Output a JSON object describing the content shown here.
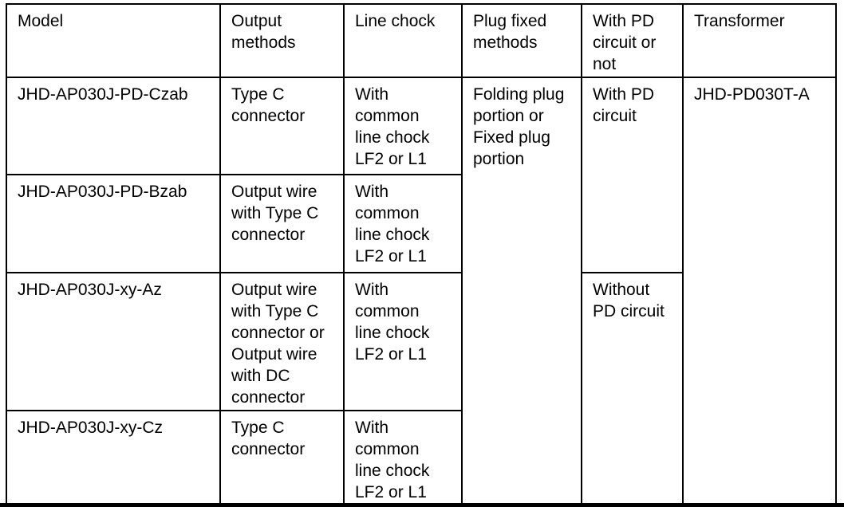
{
  "page": {
    "background_color": "#ffffff",
    "border_color": "#000000",
    "text_color": "#000000"
  },
  "table": {
    "header": {
      "model": "Model",
      "output_methods": "Output\nmethods",
      "line_chock": "Line chock",
      "plug_fixed_methods": "Plug fixed\nmethods",
      "pd_circuit": "With PD\ncircuit or\nnot",
      "transformer": "Transformer"
    },
    "rows": [
      {
        "model": "JHD-AP030J-PD-Czab",
        "output_methods": "Type C\nconnector",
        "line_chock": "With\ncommon\nline chock\nLF2 or L1"
      },
      {
        "model": "JHD-AP030J-PD-Bzab",
        "output_methods": "Output wire\nwith Type C\nconnector",
        "line_chock": "With\ncommon\nline chock\nLF2 or L1"
      },
      {
        "model": "JHD-AP030J-xy-Az",
        "output_methods": "Output wire\nwith Type C\nconnector or\nOutput wire\nwith DC\nconnector",
        "line_chock": "With\ncommon\nline chock\nLF2 or L1"
      },
      {
        "model": "JHD-AP030J-xy-Cz",
        "output_methods": "Type C\nconnector",
        "line_chock": "With\ncommon\nline chock\nLF2 or L1"
      }
    ],
    "merged_cells": {
      "plug_fixed_methods": "Folding plug\nportion or\nFixed plug\nportion",
      "pd_with_circuit": "With PD\ncircuit",
      "pd_without_circuit": "Without\nPD circuit",
      "transformer": "JHD-PD030T-A"
    }
  }
}
